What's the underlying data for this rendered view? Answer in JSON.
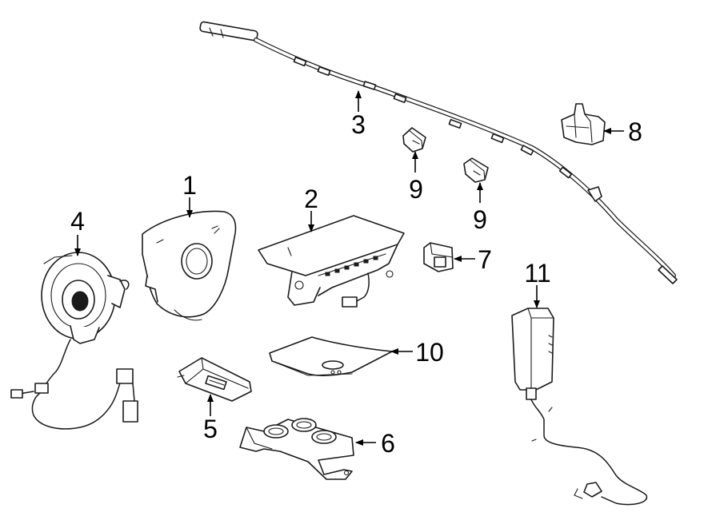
{
  "callouts": {
    "c1": "1",
    "c2": "2",
    "c3": "3",
    "c4": "4",
    "c5": "5",
    "c6": "6",
    "c7": "7",
    "c8": "8",
    "c9a": "9",
    "c9b": "9",
    "c10": "10",
    "c11": "11"
  },
  "colors": {
    "line": "#1a1a1a",
    "background": "#ffffff"
  }
}
